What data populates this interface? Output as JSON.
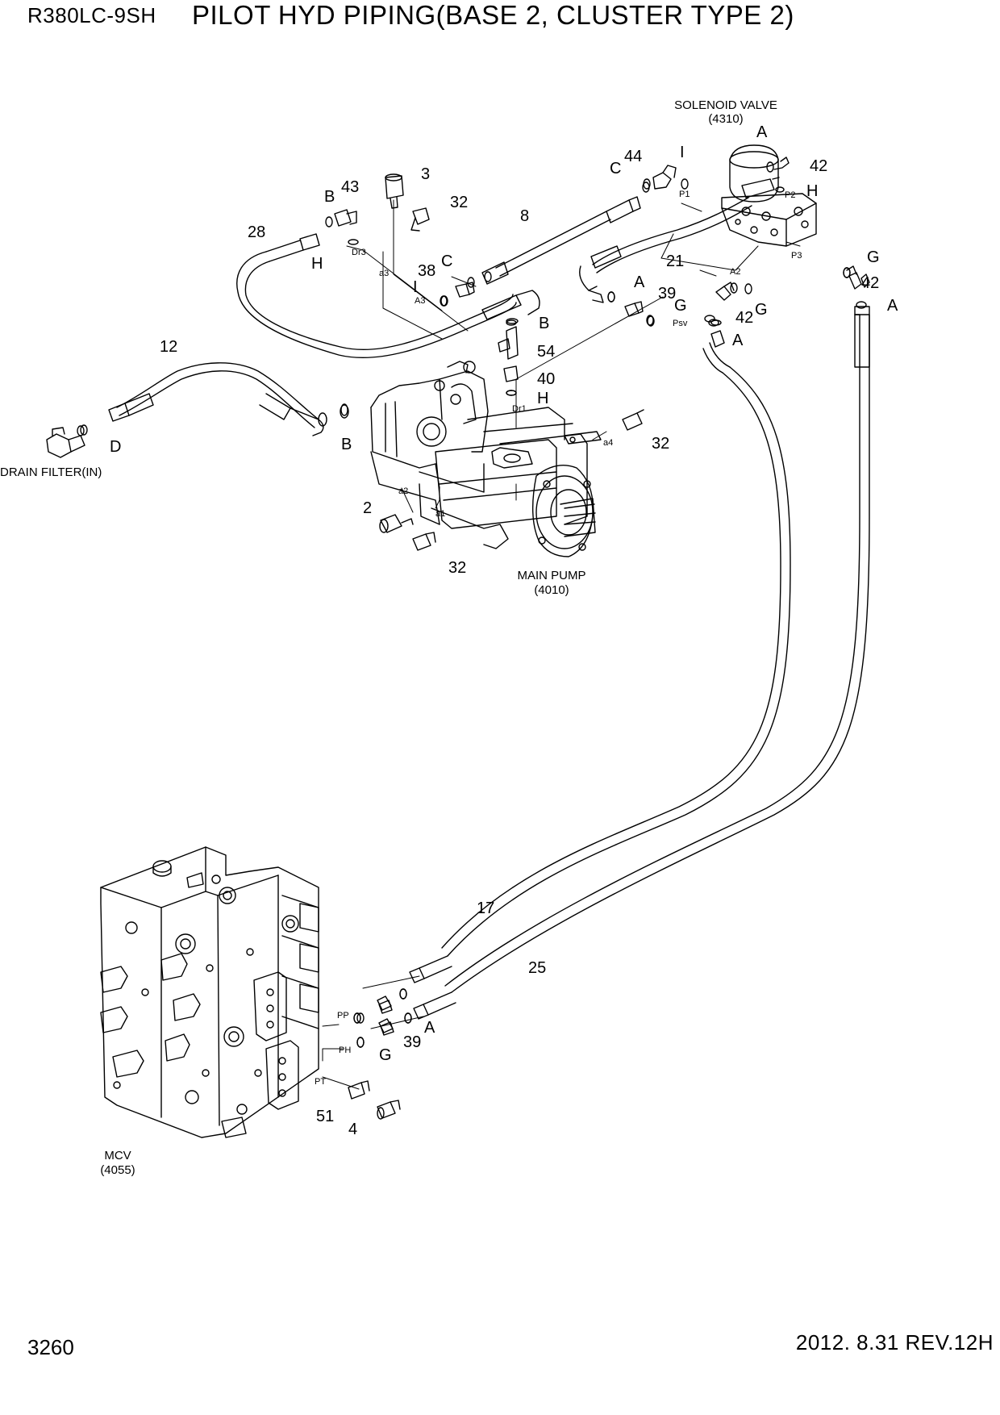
{
  "header": {
    "model": "R380LC-9SH",
    "title": "PILOT HYD PIPING(BASE 2, CLUSTER TYPE 2)"
  },
  "footer": {
    "page_number": "3260",
    "revision": "2012. 8.31  REV.12H"
  },
  "components": {
    "solenoid_valve": {
      "name": "SOLENOID VALVE",
      "code": "(4310)"
    },
    "main_pump": {
      "name": "MAIN PUMP",
      "code": "(4010)"
    },
    "mcv": {
      "name": "MCV",
      "code": "(4055)"
    },
    "drain_filter": {
      "name": "DRAIN FILTER(IN)"
    }
  },
  "callouts": [
    {
      "id": "c1",
      "text": "A"
    },
    {
      "id": "c2",
      "text": "I"
    },
    {
      "id": "c3",
      "text": "44"
    },
    {
      "id": "c4",
      "text": "C"
    },
    {
      "id": "c5",
      "text": "42"
    },
    {
      "id": "c6",
      "text": "H"
    },
    {
      "id": "c7",
      "text": "3"
    },
    {
      "id": "c8",
      "text": "43"
    },
    {
      "id": "c9",
      "text": "B"
    },
    {
      "id": "c10",
      "text": "32"
    },
    {
      "id": "c11",
      "text": "8"
    },
    {
      "id": "c12",
      "text": "28"
    },
    {
      "id": "c13",
      "text": "H"
    },
    {
      "id": "c14",
      "text": "21"
    },
    {
      "id": "c15",
      "text": "38"
    },
    {
      "id": "c16",
      "text": "C"
    },
    {
      "id": "c17",
      "text": "I"
    },
    {
      "id": "c18",
      "text": "G"
    },
    {
      "id": "c19",
      "text": "42"
    },
    {
      "id": "c20",
      "text": "A"
    },
    {
      "id": "c21",
      "text": "A"
    },
    {
      "id": "c22",
      "text": "39"
    },
    {
      "id": "c23",
      "text": "G"
    },
    {
      "id": "c24",
      "text": "42"
    },
    {
      "id": "c25",
      "text": "G"
    },
    {
      "id": "c26",
      "text": "A"
    },
    {
      "id": "c27",
      "text": "12"
    },
    {
      "id": "c28",
      "text": "B"
    },
    {
      "id": "c29",
      "text": "54"
    },
    {
      "id": "c30",
      "text": "40"
    },
    {
      "id": "c31",
      "text": "H"
    },
    {
      "id": "c32",
      "text": "B"
    },
    {
      "id": "c33",
      "text": "D"
    },
    {
      "id": "c34",
      "text": "32"
    },
    {
      "id": "c35",
      "text": "2"
    },
    {
      "id": "c36",
      "text": "32"
    },
    {
      "id": "c37",
      "text": "17"
    },
    {
      "id": "c38",
      "text": "25"
    },
    {
      "id": "c39",
      "text": "A"
    },
    {
      "id": "c40",
      "text": "39"
    },
    {
      "id": "c41",
      "text": "G"
    },
    {
      "id": "c42",
      "text": "51"
    },
    {
      "id": "c43",
      "text": "4"
    }
  ],
  "ports": [
    {
      "id": "p1",
      "text": "P1"
    },
    {
      "id": "p2",
      "text": "P2"
    },
    {
      "id": "p3",
      "text": "P3"
    },
    {
      "id": "p4",
      "text": "A2"
    },
    {
      "id": "p5",
      "text": "Dr3"
    },
    {
      "id": "p6",
      "text": "a3"
    },
    {
      "id": "p7",
      "text": "A3"
    },
    {
      "id": "p8",
      "text": "Psv"
    },
    {
      "id": "p9",
      "text": "Dr1"
    },
    {
      "id": "p10",
      "text": "a4"
    },
    {
      "id": "p11",
      "text": "a2"
    },
    {
      "id": "p12",
      "text": "a1"
    },
    {
      "id": "p13",
      "text": "PP"
    },
    {
      "id": "p14",
      "text": "PH"
    },
    {
      "id": "p15",
      "text": "PT"
    }
  ]
}
